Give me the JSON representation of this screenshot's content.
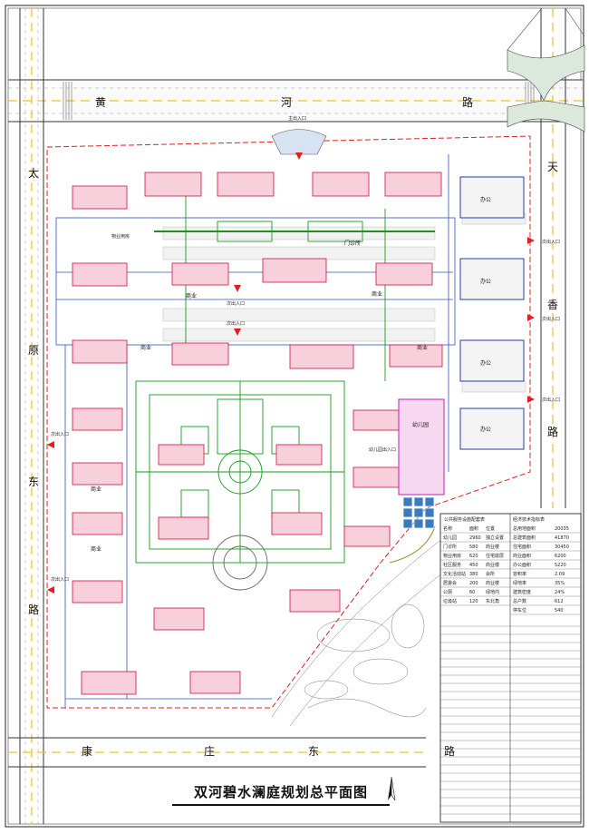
{
  "title": "双河碧水澜庭规划总平面图",
  "roads": {
    "north": [
      "黄",
      "河",
      "路"
    ],
    "east": [
      "天",
      "香",
      "路"
    ],
    "west": [
      "太",
      "原",
      "东",
      "路"
    ],
    "south": [
      "康",
      "庄",
      "东",
      "路"
    ]
  },
  "labels": {
    "commerce": "商业",
    "office": "办公",
    "kindergarten": "幼儿园",
    "clinic": "门诊所",
    "property": "物业用房",
    "entrance": "主出入口",
    "sub_entrance": "次出入口",
    "kg_entrance": "幼儿园出入口"
  },
  "table_titles": {
    "services": "公共服务设施配套表",
    "indicators": "经济技术指标表"
  },
  "services_rows": [
    [
      "名称",
      "面积",
      "位置"
    ],
    [
      "幼儿园",
      "2960",
      "独立设置"
    ],
    [
      "门诊所",
      "580",
      "商业楼"
    ],
    [
      "物业用房",
      "620",
      "住宅底层"
    ],
    [
      "社区服务",
      "450",
      "商业楼"
    ],
    [
      "文化活动站",
      "380",
      "会所"
    ],
    [
      "居委会",
      "200",
      "商业楼"
    ],
    [
      "公厕",
      "60",
      "绿地内"
    ],
    [
      "垃圾站",
      "120",
      "东北角"
    ]
  ],
  "indicator_rows": [
    [
      "总用地面积",
      "20035"
    ],
    [
      "总建筑面积",
      "41870"
    ],
    [
      "住宅面积",
      "30450"
    ],
    [
      "商业面积",
      "6200"
    ],
    [
      "办公面积",
      "5220"
    ],
    [
      "容积率",
      "2.09"
    ],
    [
      "绿地率",
      "35%"
    ],
    [
      "建筑密度",
      "24%"
    ],
    [
      "总户数",
      "612"
    ],
    [
      "停车位",
      "540"
    ]
  ]
}
